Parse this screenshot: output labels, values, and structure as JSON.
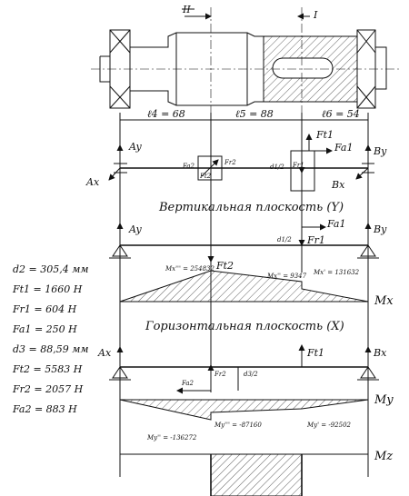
{
  "sections": {
    "sec2": "II",
    "sec1": "I"
  },
  "dimensions": {
    "l4": "ℓ4 = 68",
    "l5": "ℓ5 = 88",
    "l6": "ℓ6 = 54"
  },
  "loads": {
    "Ay": "Ay",
    "By": "By",
    "Ax": "Ax",
    "Bx": "Bx",
    "Ft1": "Ft1",
    "Fa1": "Fa1",
    "Fr1": "Fr1",
    "Ft2": "Ft2",
    "Fa2": "Fa2",
    "Fr2": "Fr2",
    "d1_2": "d1/2",
    "d3_2": "d3/2"
  },
  "planes": {
    "vertical": "Вертикальная плоскость (Y)",
    "horizontal": "Горизонтальная плоскость (X)"
  },
  "moments": {
    "Mx3": "Mx''' = 254832",
    "Mx2": "Mx'' = 9347",
    "Mx1": "Mx' = 131632",
    "My2": "My'' = -136272",
    "My3": "My''' = -87160",
    "My1": "My' = -92502",
    "Mx": "Mx",
    "My": "My",
    "Mz": "Mz"
  },
  "given": [
    "d2 = 305,4 мм",
    "Ft1 = 1660 Н",
    "Fr1 = 604 Н",
    "Fa1 = 250 Н",
    "d3 = 88,59 мм",
    "Ft2 = 5583 Н",
    "Fr2 = 2057 Н",
    "Fa2 = 883 Н"
  ]
}
